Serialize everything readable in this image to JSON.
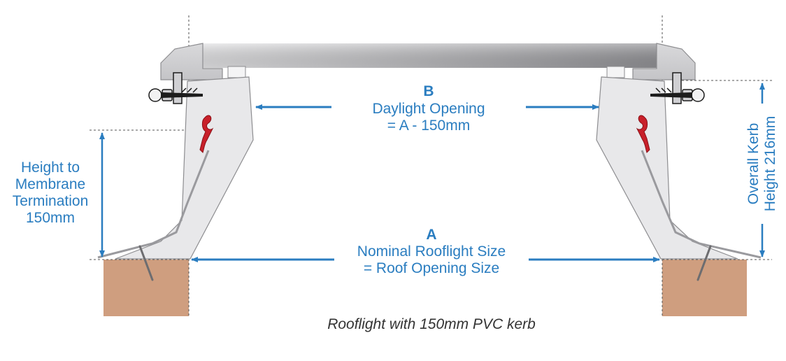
{
  "diagram": {
    "caption": "Rooflight with 150mm PVC kerb",
    "label_b": {
      "letter": "B",
      "line1": "Daylight Opening",
      "line2": "= A - 150mm"
    },
    "label_a": {
      "letter": "A",
      "line1": "Nominal Rooflight Size",
      "line2": "= Roof Opening Size"
    },
    "height_membrane": {
      "line1": "Height to",
      "line2": "Membrane",
      "line3": "Termination",
      "line4": "150mm"
    },
    "overall_kerb": {
      "line1": "Overall Kerb",
      "line2": "Height 216mm"
    }
  },
  "colors": {
    "dimension_blue": "#2a7dc0",
    "timber": "#cf9e7f",
    "kerb_fill": "#e8e8ea",
    "membrane_red": "#c8202a",
    "caption_text": "#333333"
  }
}
